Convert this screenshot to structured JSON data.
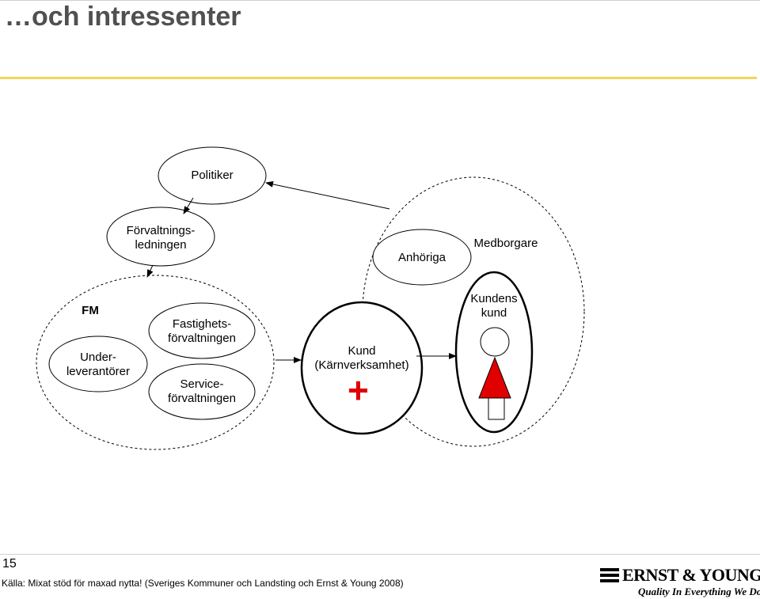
{
  "title": "…och intressenter",
  "nodes": {
    "politiker": "Politiker",
    "forvaltningsledningen": "Förvaltnings-\nledningen",
    "anhoriga": "Anhöriga",
    "medborgare": "Medborgare",
    "fm": "FM",
    "underleverantorer": "Under-\nleverantörer",
    "fastighetsforvaltningen": "Fastighets-\nförvaltningen",
    "serviceforvaltningen": "Service-\nförvaltningen",
    "kund": "Kund\n(Kärnverksamhet)",
    "plus": "+",
    "kundens_kund": "Kundens\nkund"
  },
  "footer": {
    "page_number": "15",
    "source": "Källa: Mixat stöd för maxad nytta! (Sveriges Kommuner och Landsting och Ernst & Young 2008)",
    "logo": "ERNST & YOUNG",
    "tagline": "Quality In Everything We Do"
  },
  "colors": {
    "title": "#505050",
    "accent_rule": "#f2d45c",
    "red": "#e00000"
  }
}
